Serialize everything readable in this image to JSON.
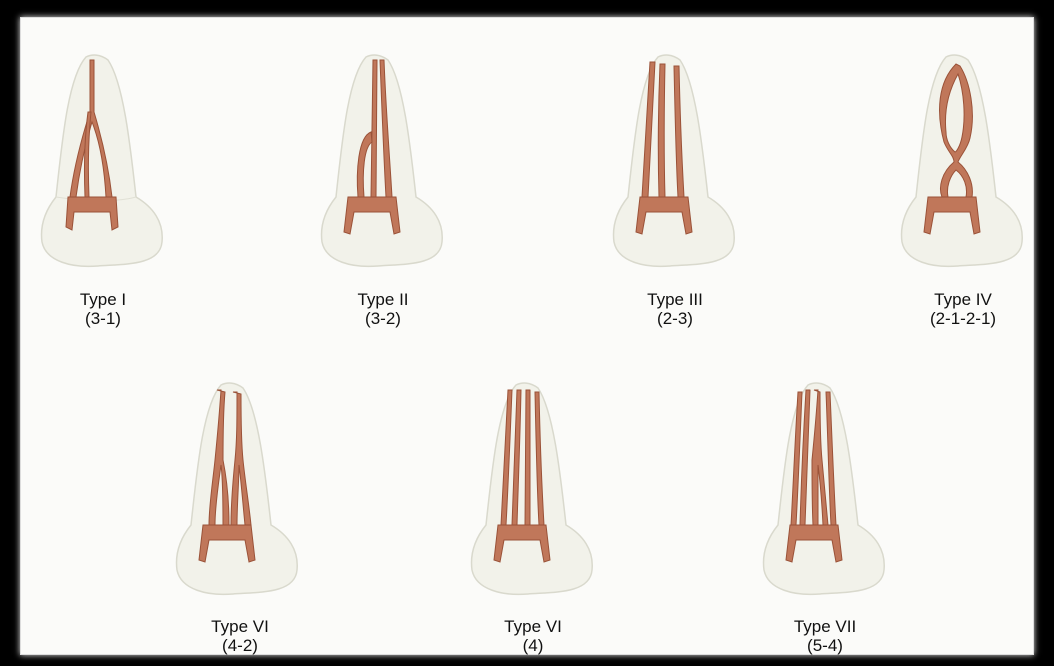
{
  "figure": {
    "types": [
      {
        "name": "Type I",
        "code": "(3-1)"
      },
      {
        "name": "Type II",
        "code": "(3-2)"
      },
      {
        "name": "Type III",
        "code": "(2-3)"
      },
      {
        "name": "Type IV",
        "code": "(2-1-2-1)"
      },
      {
        "name": "Type VI",
        "code": "(4-2)"
      },
      {
        "name": "Type VI",
        "code": "(4)"
      },
      {
        "name": "Type VII",
        "code": "(5-4)"
      }
    ]
  },
  "colors": {
    "frame": "#000000",
    "background": "#fbfbf9",
    "tooth": "#f2f2ea",
    "pulp": "#c0775a",
    "pulp_dark": "#9a5238"
  }
}
